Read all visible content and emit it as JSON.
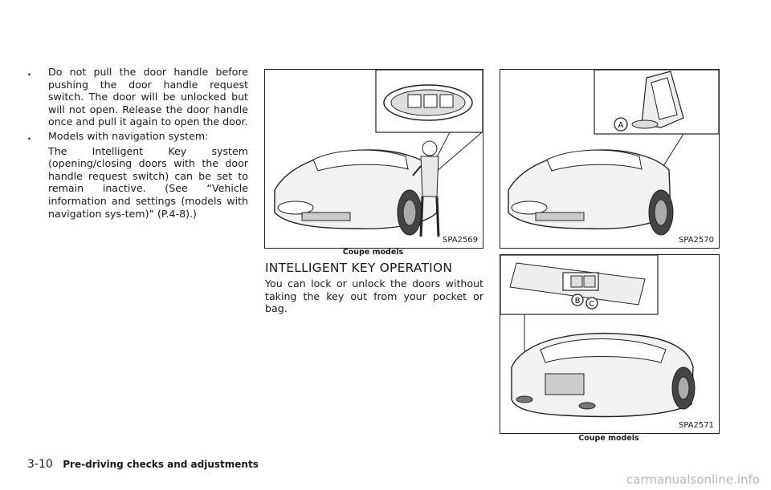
{
  "bullets": [
    {
      "marker": ".",
      "text": "Do not pull the door handle before pushing the door handle request switch. The door will be unlocked but will not open. Release the door handle once and pull it again to open the door."
    },
    {
      "marker": ".",
      "text": "Models with navigation system:"
    }
  ],
  "indent_text": "The Intelligent Key system (opening/closing doors with the door handle request switch) can be set to remain inactive. (See “Vehicle information and settings (models with navigation sys-tem)” (P.4-8).)",
  "figures": [
    {
      "code": "SPA2569",
      "caption": "Coupe models",
      "icon": "door-handle-switch-illustration"
    },
    {
      "code": "SPA2570",
      "caption": "",
      "icon": "door-handle-closeup-illustration",
      "callouts": [
        "A"
      ]
    },
    {
      "code": "SPA2571",
      "caption": "Coupe models",
      "icon": "rear-hatch-switch-illustration",
      "callouts": [
        "B",
        "C"
      ]
    }
  ],
  "section": {
    "heading": "INTELLIGENT KEY OPERATION",
    "paragraph": "You can lock or unlock the doors without taking the key out from your pocket or bag."
  },
  "footer": {
    "page": "3-10",
    "section_title": "Pre-driving checks and adjustments"
  },
  "watermark": "carmanualsonline.info"
}
